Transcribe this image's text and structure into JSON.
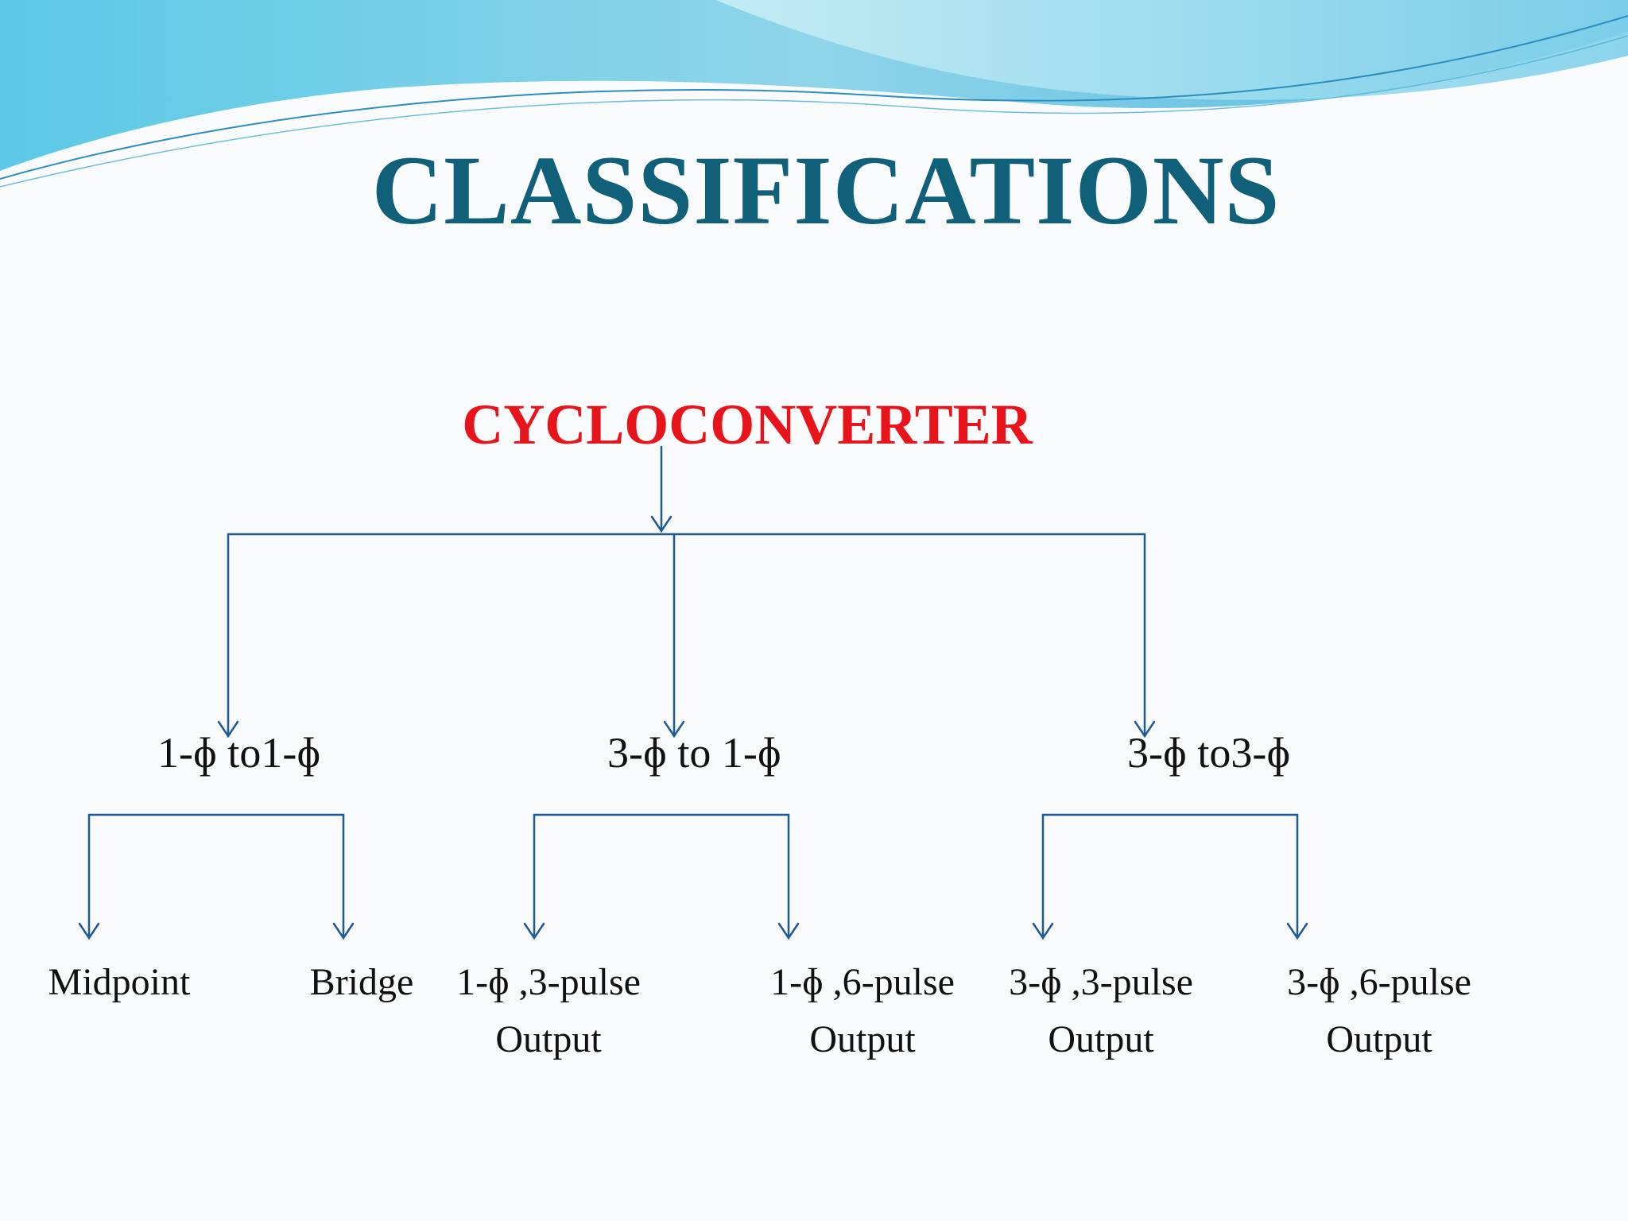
{
  "title": "CLASSIFICATIONS",
  "root": "CYCLOCONVERTER",
  "branches": [
    {
      "label": "1-ɸ to1-ɸ",
      "children": [
        {
          "lines": [
            "Midpoint"
          ]
        },
        {
          "lines": [
            "Bridge"
          ]
        }
      ]
    },
    {
      "label": "3-ɸ to 1-ɸ",
      "children": [
        {
          "lines": [
            "1-ɸ ,3-pulse",
            "Output"
          ]
        },
        {
          "lines": [
            "1-ɸ ,6-pulse",
            "Output"
          ]
        }
      ]
    },
    {
      "label": "3-ɸ to3-ɸ",
      "children": [
        {
          "lines": [
            "3-ɸ ,3-pulse",
            "Output"
          ]
        },
        {
          "lines": [
            "3-ɸ ,6-pulse",
            "Output"
          ]
        }
      ]
    }
  ],
  "colors": {
    "title": "#10607a",
    "root": "#e8141b",
    "connector": "#1f5a96",
    "text": "#111111",
    "wave_light": "#a9e1ee",
    "wave_mid": "#6cc6e3",
    "wave_dark": "#3a9fcf"
  }
}
